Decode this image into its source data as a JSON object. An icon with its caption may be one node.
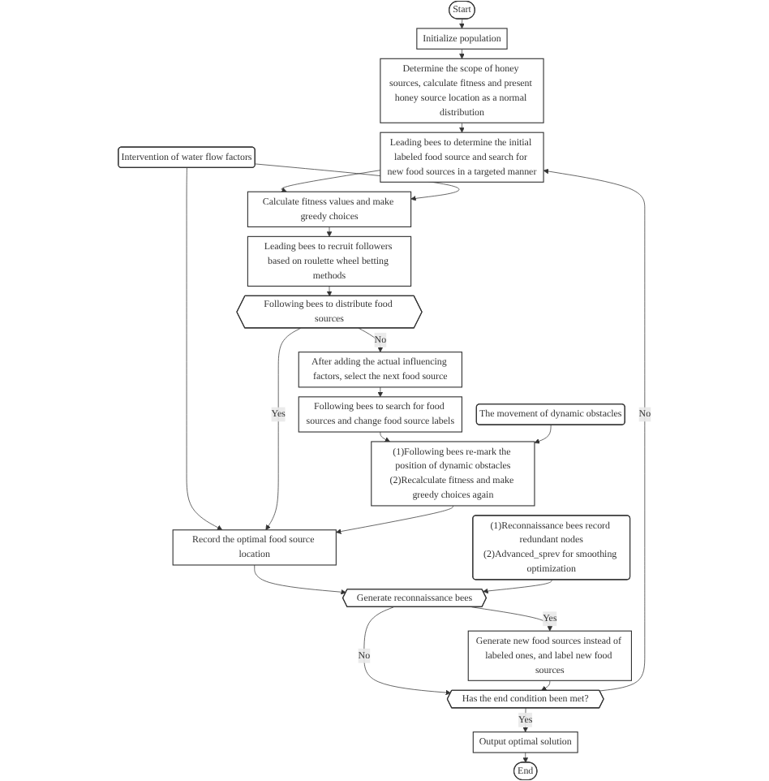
{
  "diagram": {
    "nodes": [
      {
        "text": [
          "Start"
        ]
      },
      {
        "text": [
          "Initialize population"
        ]
      },
      {
        "text": [
          "Determine the scope of honey sources, calculate fitness and present honey source location as a normal distribution"
        ]
      },
      {
        "text": [
          "Leading bees to determine the initial labeled food source and search for new food sources in a targeted manner"
        ]
      },
      {
        "text": [
          "Intervention of water flow factors"
        ]
      },
      {
        "text": [
          "Calculate fitness values and make greedy choices"
        ]
      },
      {
        "text": [
          "Leading bees to recruit followers based on roulette wheel betting methods"
        ]
      },
      {
        "text": [
          "Following bees to distribute food sources"
        ]
      },
      {
        "text": [
          "Record the optimal food source location"
        ]
      },
      {
        "text": [
          "After adding the actual influencing factors, select the next food source"
        ]
      },
      {
        "text": [
          "Following bees to search for food sources and change food source labels"
        ]
      },
      {
        "text": [
          "The movement of dynamic obstacles"
        ]
      },
      {
        "text": [
          "(1)Following bees re-mark the position of dynamic obstacles",
          "(2)Recalculate fitness and make greedy choices again"
        ]
      },
      {
        "text": [
          "(1)Reconnaissance bees record redundant nodes",
          "(2)Advanced_sprev for smoothing optimization"
        ]
      },
      {
        "text": [
          "Generate reconnaissance bees"
        ]
      },
      {
        "text": [
          "Generate new food sources instead of labeled ones, and label new food sources"
        ]
      },
      {
        "text": [
          "Has the end condition been met?"
        ]
      },
      {
        "text": [
          "Output optimal solution"
        ]
      },
      {
        "text": [
          "End"
        ]
      }
    ],
    "edges": [
      {
        "from": 0,
        "to": 1,
        "arrow": "to"
      },
      {
        "from": 1,
        "to": 2,
        "arrow": "to"
      },
      {
        "from": 2,
        "to": 3,
        "arrow": "to"
      },
      {
        "from": 3,
        "to": 5,
        "arrow": "to"
      },
      {
        "from": 4,
        "to": 5,
        "arrow": "to"
      },
      {
        "from": 4,
        "to": 8,
        "arrow": "to"
      },
      {
        "from": 5,
        "to": 6,
        "arrow": "to"
      },
      {
        "from": 6,
        "to": 7,
        "arrow": "to"
      },
      {
        "from": 7,
        "to": 8,
        "label": "Yes",
        "arrow": "to"
      },
      {
        "from": 7,
        "to": 9,
        "label": "No",
        "arrow": "to"
      },
      {
        "from": 9,
        "to": 10,
        "arrow": "to"
      },
      {
        "from": 10,
        "to": 12,
        "arrow": "to"
      },
      {
        "from": 11,
        "to": 12,
        "arrow": "to"
      },
      {
        "from": 12,
        "to": 8,
        "arrow": "to"
      },
      {
        "from": 8,
        "to": 14,
        "arrow": "to"
      },
      {
        "from": 13,
        "to": 14,
        "arrow": "to"
      },
      {
        "from": 14,
        "to": 15,
        "label": "Yes",
        "arrow": "to"
      },
      {
        "from": 14,
        "to": 16,
        "label": "No",
        "arrow": "to"
      },
      {
        "from": 15,
        "to": 16,
        "arrow": "to"
      },
      {
        "from": 16,
        "to": 3,
        "label": "No",
        "arrow": "to"
      },
      {
        "from": 16,
        "to": 17,
        "label": "Yes",
        "arrow": "to"
      },
      {
        "from": 17,
        "to": 18,
        "arrow": "to"
      }
    ]
  }
}
